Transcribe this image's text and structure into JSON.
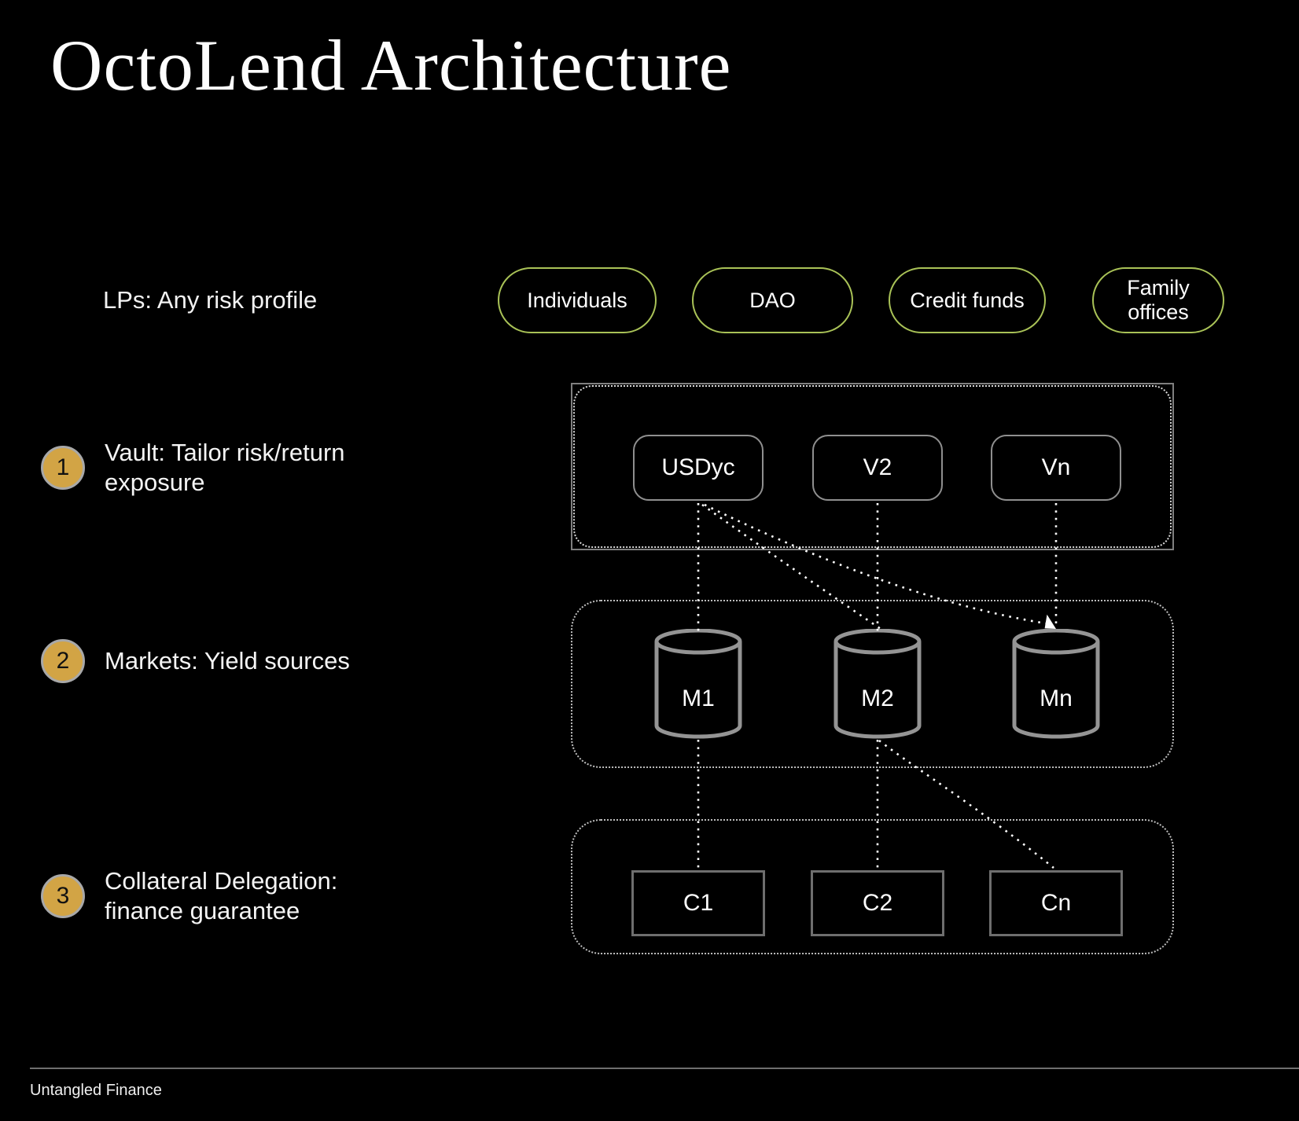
{
  "title": "OctoLend Architecture",
  "lp_row": {
    "label": "LPs: Any risk profile",
    "pills": [
      "Individuals",
      "DAO",
      "Credit funds",
      "Family offices"
    ]
  },
  "steps": [
    {
      "number": "1",
      "label_line1": "Vault: Tailor risk/return",
      "label_line2": "exposure"
    },
    {
      "number": "2",
      "label_line1": "Markets: Yield sources",
      "label_line2": ""
    },
    {
      "number": "3",
      "label_line1": "Collateral Delegation:",
      "label_line2": "finance guarantee"
    }
  ],
  "vault_nodes": [
    "USDyc",
    "V2",
    "Vn"
  ],
  "market_nodes": [
    "M1",
    "M2",
    "Mn"
  ],
  "collateral_nodes": [
    "C1",
    "C2",
    "Cn"
  ],
  "footer": {
    "brand": "Untangled Finance"
  },
  "colors": {
    "background": "#000000",
    "pill_border": "#a9c257",
    "step_badge_fill": "#d2a445",
    "step_badge_border": "#a8a8a8",
    "node_border_gray": "#8f8f8f",
    "connector_dots": "#ffffff"
  }
}
